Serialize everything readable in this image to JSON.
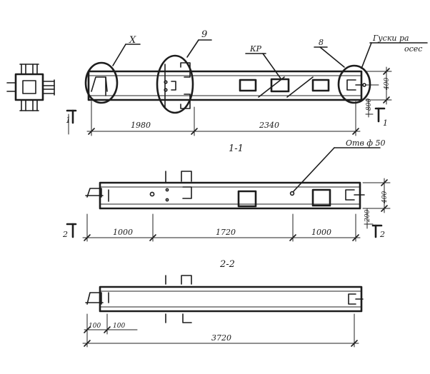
{
  "callouts": {
    "detail_x": "Х",
    "detail_9": "9",
    "kr": "КР",
    "detail_8": "8",
    "hooks_line1": "Гуски ра",
    "hooks_line2": "осес",
    "hole": "Отв ф 50"
  },
  "section_labels": {
    "s11": "1-1",
    "s22": "2-2"
  },
  "cut_marks": {
    "c1_left": "1",
    "c1_right": "1",
    "c2_left": "2",
    "c2_right": "2"
  },
  "dimensions": {
    "top_left": "1980",
    "top_right": "2340",
    "top_height": "400",
    "top_low": "800",
    "mid_left": "1000",
    "mid_center": "1720",
    "mid_right": "1000",
    "mid_height": "400",
    "mid_low": "200",
    "bot_a": "100",
    "bot_b": "100",
    "bot_total": "3720"
  }
}
